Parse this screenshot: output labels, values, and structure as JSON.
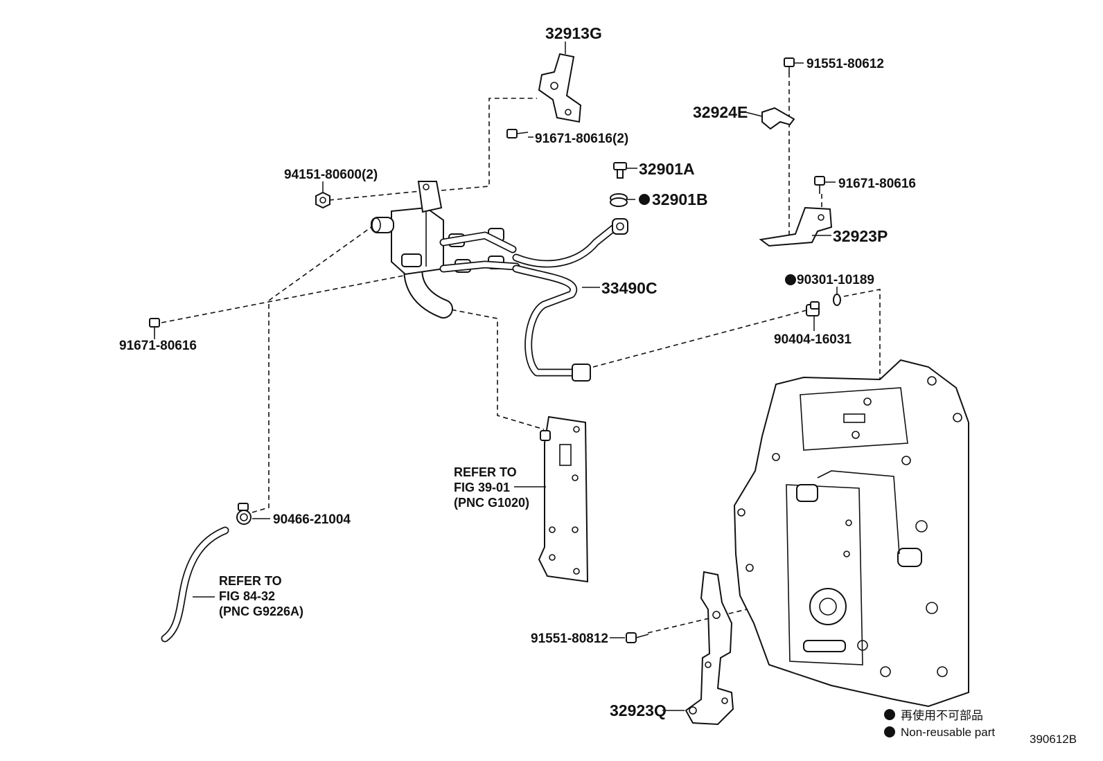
{
  "figure_code": "390612B",
  "parts": {
    "p32913G": "32913G",
    "p91671_80616_2": "91671-80616(2)",
    "p94151_80600_2": "94151-80600(2)",
    "p32901A": "32901A",
    "p32901B": "32901B",
    "p33490C": "33490C",
    "p91671_80616_left": "91671-80616",
    "p90466_21004": "90466-21004",
    "p91551_80612": "91551-80612",
    "p32924E": "32924E",
    "p91671_80616_right": "91671-80616",
    "p32923P": "32923P",
    "p90301_10189": "90301-10189",
    "p90404_16031": "90404-16031",
    "p91551_80812": "91551-80812",
    "p32923Q": "32923Q"
  },
  "references": {
    "ref_a": {
      "line1": "REFER TO",
      "line2": "FIG 39-01",
      "line3": "(PNC G1020)"
    },
    "ref_b": {
      "line1": "REFER TO",
      "line2": "FIG 84-32",
      "line3": "(PNC G9226A)"
    }
  },
  "legend": {
    "jp": "再使用不可部品",
    "en": "Non-reusable part"
  },
  "non_reusable_marked": [
    "32901B",
    "90301-10189"
  ],
  "colors": {
    "line": "#111111",
    "background": "#ffffff"
  }
}
